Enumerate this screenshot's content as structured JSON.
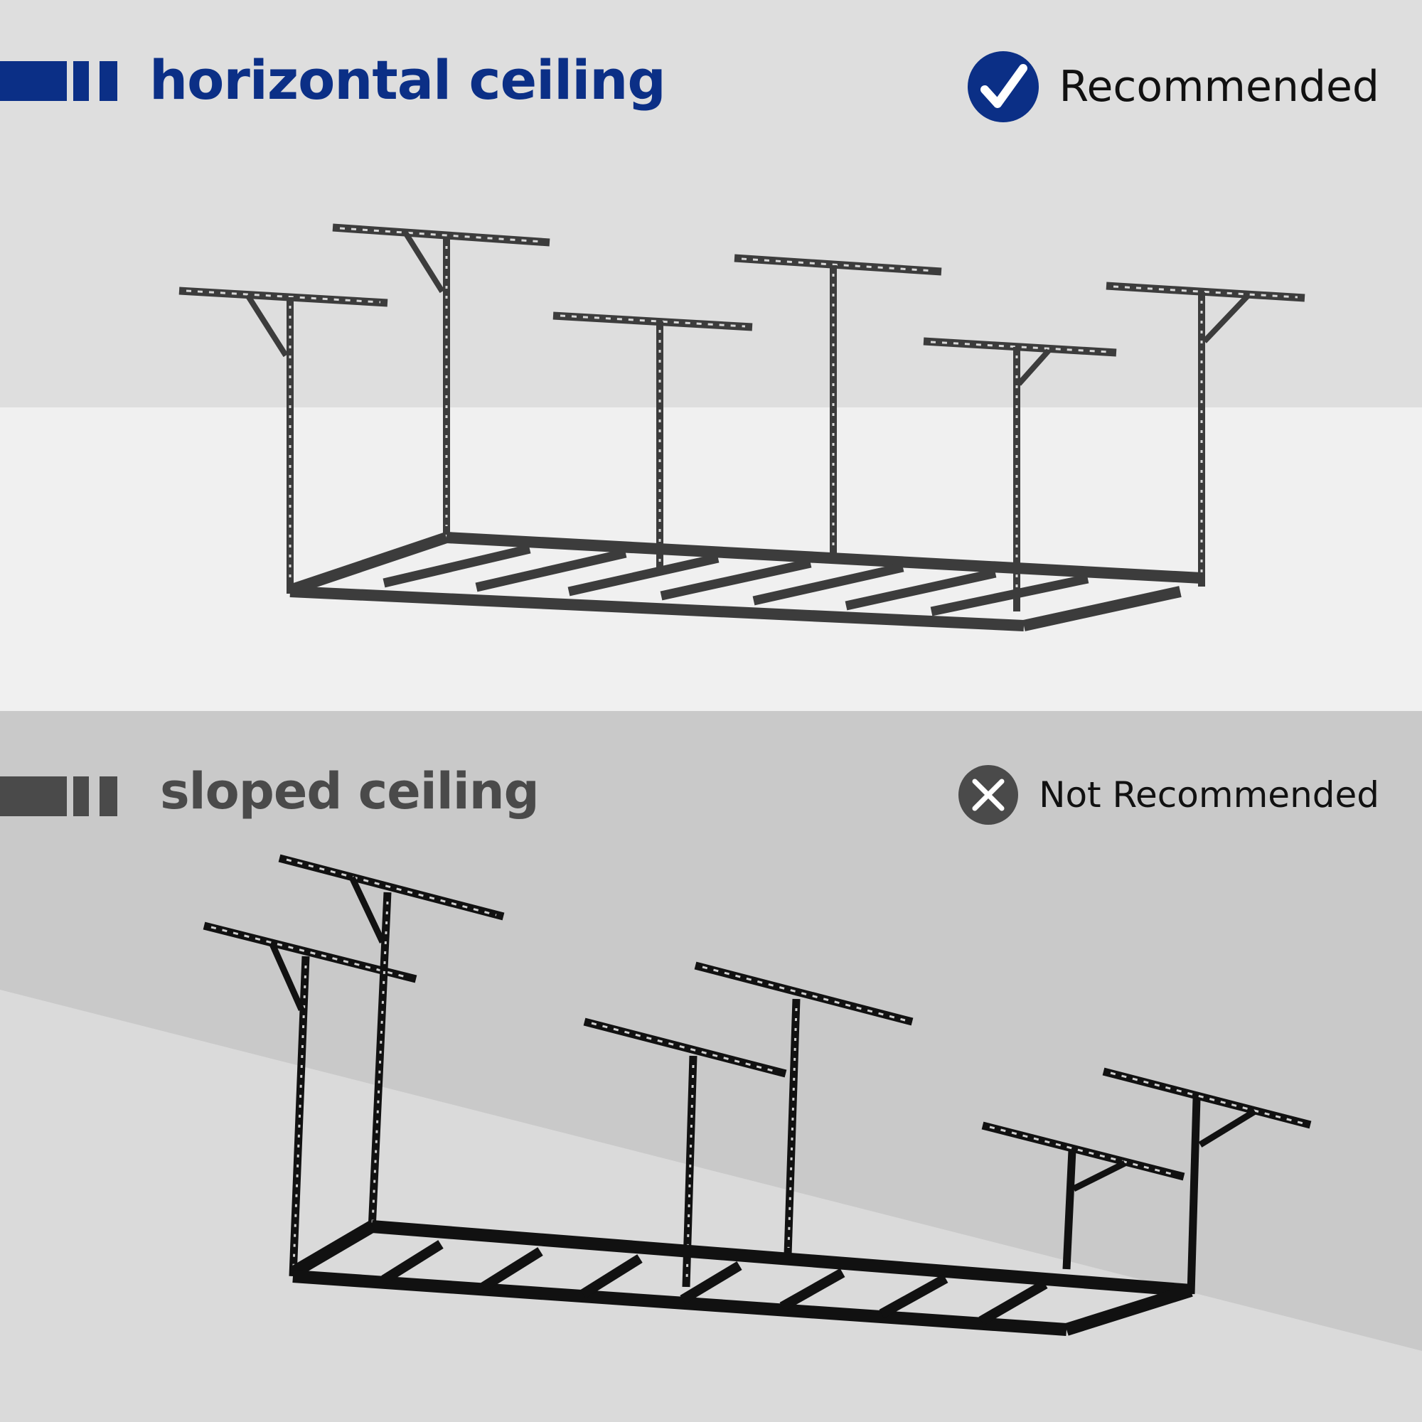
{
  "colors": {
    "brand_blue": "#0b2f86",
    "gray_text": "#4a4a4a",
    "rack_top": "#3c3c3c",
    "rack_bottom": "#111111",
    "panel_top_upper_bg": "#dedede",
    "panel_top_lower_bg": "#f0f0f0",
    "panel_bottom_upper_bg": "#c9c9c9",
    "panel_bottom_lower_bg": "#dadada"
  },
  "top_section": {
    "title": "horizontal ceiling",
    "status": "Recommended",
    "status_icon": "checkmark-circle-icon"
  },
  "bottom_section": {
    "title": "sloped ceiling",
    "status": "Not Recommended",
    "status_icon": "x-circle-icon"
  }
}
